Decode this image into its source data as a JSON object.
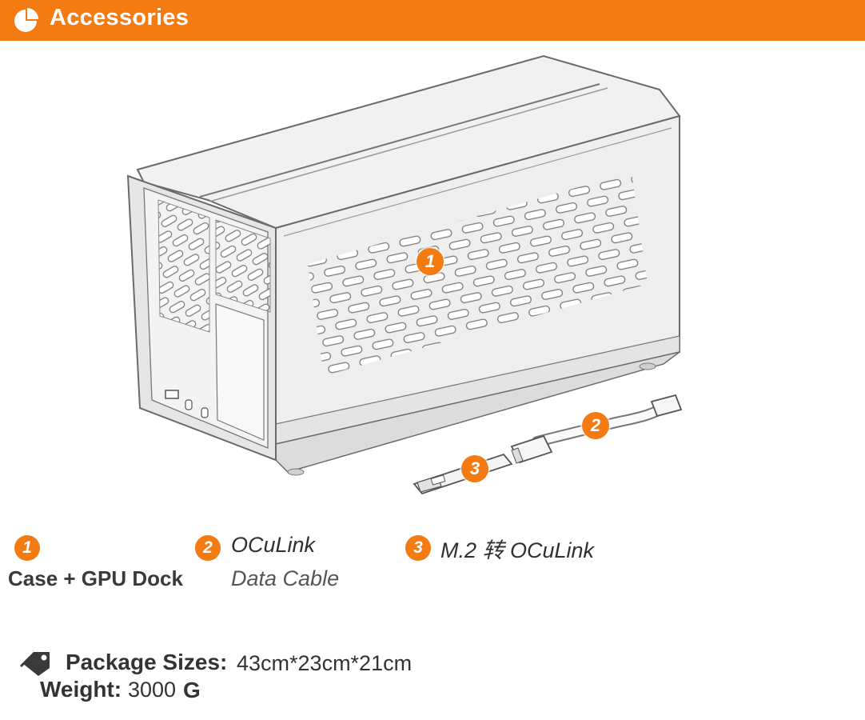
{
  "header": {
    "title": "Accessories",
    "icon": "pie-chart-icon",
    "color": "#f47a12"
  },
  "markers": [
    "1",
    "2",
    "3"
  ],
  "legend": [
    {
      "number": "1",
      "line1": "",
      "line2": "Case + GPU Dock"
    },
    {
      "number": "2",
      "line1": "OCuLink",
      "line2": "Data Cable"
    },
    {
      "number": "3",
      "line1": "M.2 转 OCuLink",
      "line2": ""
    }
  ],
  "package": {
    "icon": "tag-icon",
    "size_label": "Package Sizes:",
    "size_value": "43cm*23cm*21cm",
    "weight_label": "Weight:",
    "weight_value": "3000",
    "weight_unit": "G"
  }
}
